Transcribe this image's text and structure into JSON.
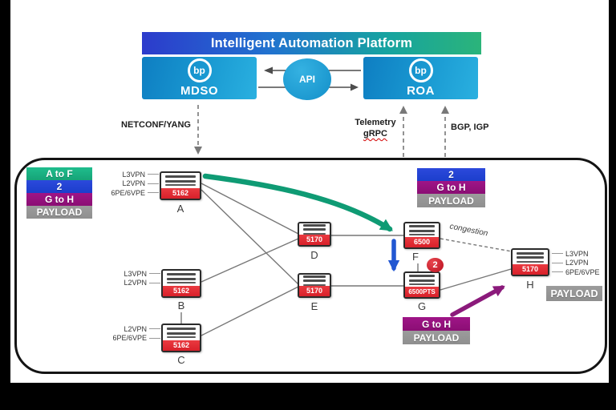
{
  "header": {
    "title": "Intelligent Automation Platform"
  },
  "mdso": {
    "logo": "bp",
    "label": "MDSO"
  },
  "roa": {
    "logo": "bp",
    "label": "ROA"
  },
  "api": {
    "label": "API"
  },
  "protocols": {
    "netconf": "NETCONF/YANG",
    "telemetry": "Telemetry",
    "grpc": "gRPC",
    "bgp_igp": "BGP, IGP"
  },
  "legend_left": [
    "A to F",
    "2",
    "G to H",
    "PAYLOAD"
  ],
  "legend_right": [
    "2",
    "G to H",
    "PAYLOAD"
  ],
  "legend_g": [
    "G to H",
    "PAYLOAD"
  ],
  "payload_h": "PAYLOAD",
  "congestion_label": "congestion",
  "badge_f": "2",
  "nodes": {
    "a": {
      "model": "5162",
      "letter": "A",
      "labels": [
        "L3VPN",
        "L2VPN",
        "6PE/6VPE"
      ]
    },
    "b": {
      "model": "5162",
      "letter": "B",
      "labels": [
        "L3VPN",
        "L2VPN"
      ]
    },
    "c": {
      "model": "5162",
      "letter": "C",
      "labels": [
        "L2VPN",
        "6PE/6VPE"
      ]
    },
    "d": {
      "model": "5170",
      "letter": "D"
    },
    "e": {
      "model": "5170",
      "letter": "E"
    },
    "f": {
      "model": "6500",
      "letter": "F"
    },
    "g": {
      "model": "6500PTS",
      "letter": "G"
    },
    "h": {
      "model": "5170",
      "letter": "H",
      "labels": [
        "L3VPN",
        "L2VPN",
        "6PE/6VPE"
      ]
    }
  },
  "colors": {
    "node_red": "#d8202a",
    "arrow_green": "#0f9b74",
    "arrow_blue": "#2257d2",
    "arrow_purple": "#8b1a7b",
    "legend_green": "#16a377",
    "legend_blue": "#1c3ecc",
    "legend_purple": "#8b0e74",
    "legend_gray": "#8f8f8f"
  }
}
